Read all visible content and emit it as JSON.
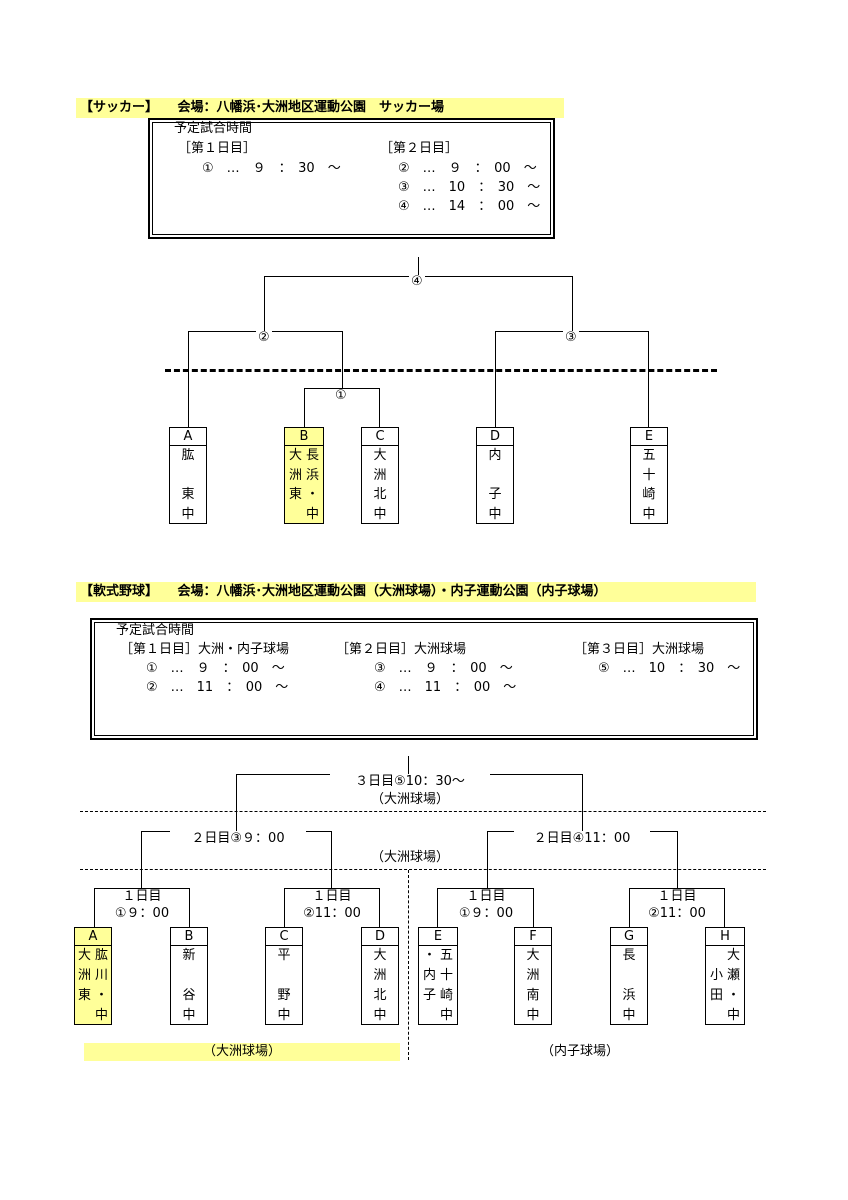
{
  "soccer": {
    "header": "【サッカー】　　会場：八幡浜･大洲地区運動公園　サッカー場",
    "schedule": {
      "title": "予定試合時間",
      "day1_label": "［第１日目］",
      "day1_match1": "①　…　９　：　30　～",
      "day2_label": "［第２日目］",
      "day2_match2": "②　…　９　：　00　～",
      "day2_match3": "③　…　10　：　30　～",
      "day2_match4": "④　…　14　：　00　～"
    },
    "bracket": {
      "final": "④",
      "semi_left": "②",
      "semi_right": "③",
      "first": "①"
    },
    "teams": [
      {
        "letter": "A",
        "cols": [
          [
            "肱",
            "",
            "東",
            "中"
          ]
        ],
        "highlight": false
      },
      {
        "letter": "B",
        "cols": [
          [
            "長",
            "浜",
            "・",
            "中"
          ],
          [
            "大",
            "洲",
            "東",
            ""
          ]
        ],
        "highlight": true
      },
      {
        "letter": "C",
        "cols": [
          [
            "大",
            "洲",
            "北",
            "中"
          ]
        ],
        "highlight": false
      },
      {
        "letter": "D",
        "cols": [
          [
            "内",
            "",
            "子",
            "中"
          ]
        ],
        "highlight": false
      },
      {
        "letter": "E",
        "cols": [
          [
            "五",
            "十",
            "崎",
            "中"
          ]
        ],
        "highlight": false
      }
    ]
  },
  "baseball": {
    "header": "【軟式野球】　　会場：八幡浜･大洲地区運動公園（大洲球場）・内子運動公園（内子球場）",
    "schedule": {
      "title": "予定試合時間",
      "day1_label": "［第１日目］大洲・内子球場",
      "day1_match1": "①　…　９　：　00　～",
      "day1_match2": "②　…　11　：　00　～",
      "day2_label": "［第２日目］大洲球場",
      "day2_match3": "③　…　９　：　00　～",
      "day2_match4": "④　…　11　：　00　～",
      "day3_label": "［第３日目］大洲球場",
      "day3_match5": "⑤　…　10　：　30　～"
    },
    "bracket": {
      "final_line1": "３日目⑤10：30～",
      "final_line2": "（大洲球場）",
      "semi_left": "２日目③９：00",
      "semi_right": "２日目④11：00",
      "semi_venue": "（大洲球場）",
      "r1_a_line1": "１日目",
      "r1_a_line2": "①９：00",
      "r1_b_line1": "１日目",
      "r1_b_line2": "②11：00",
      "r1_c_line1": "１日目",
      "r1_c_line2": "①９：00",
      "r1_d_line1": "１日目",
      "r1_d_line2": "②11：00"
    },
    "teams": [
      {
        "letter": "A",
        "cols": [
          [
            "肱",
            "川",
            "・",
            "中"
          ],
          [
            "大",
            "洲",
            "東",
            ""
          ]
        ],
        "highlight": true
      },
      {
        "letter": "B",
        "cols": [
          [
            "新",
            "",
            "谷",
            "中"
          ]
        ],
        "highlight": false
      },
      {
        "letter": "C",
        "cols": [
          [
            "平",
            "",
            "野",
            "中"
          ]
        ],
        "highlight": false
      },
      {
        "letter": "D",
        "cols": [
          [
            "大",
            "洲",
            "北",
            "中"
          ]
        ],
        "highlight": false
      },
      {
        "letter": "E",
        "cols": [
          [
            "五",
            "十",
            "崎",
            "中"
          ],
          [
            "・",
            "内",
            "子",
            ""
          ]
        ],
        "highlight": false
      },
      {
        "letter": "F",
        "cols": [
          [
            "大",
            "洲",
            "南",
            "中"
          ]
        ],
        "highlight": false
      },
      {
        "letter": "G",
        "cols": [
          [
            "長",
            "",
            "浜",
            "中"
          ]
        ],
        "highlight": false
      },
      {
        "letter": "H",
        "cols": [
          [
            "大",
            "瀬",
            "・",
            "中"
          ],
          [
            "",
            "小",
            "田",
            ""
          ]
        ],
        "highlight": false
      }
    ],
    "venue_left": "（大洲球場）",
    "venue_right": "（内子球場）"
  }
}
